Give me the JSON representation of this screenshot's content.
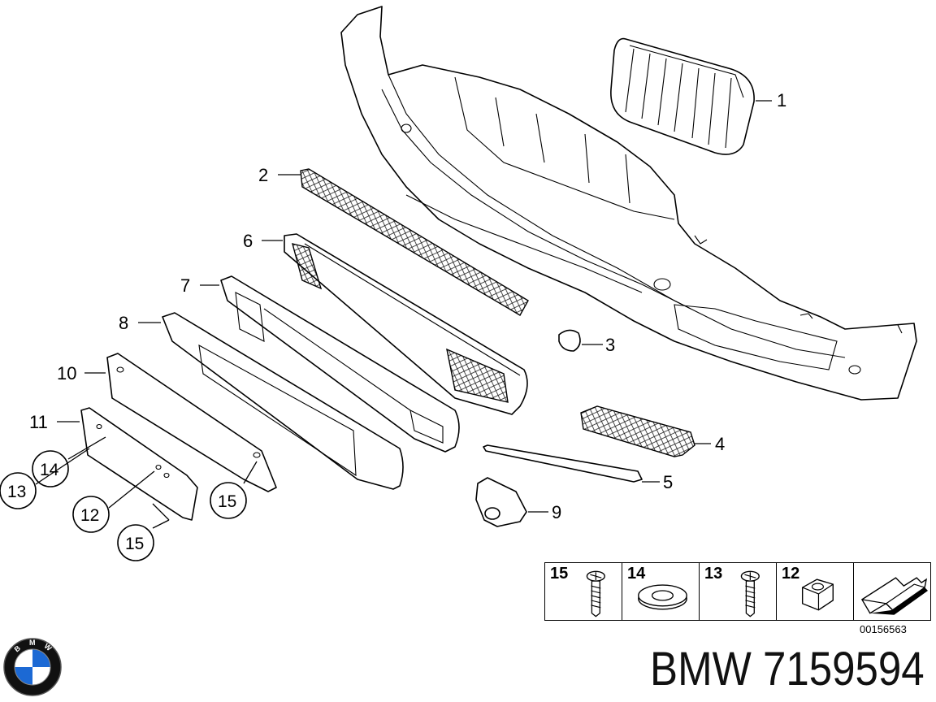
{
  "callouts": {
    "c1": "1",
    "c2": "2",
    "c3": "3",
    "c4": "4",
    "c5": "5",
    "c6": "6",
    "c7": "7",
    "c8": "8",
    "c9": "9",
    "c10": "10",
    "c11": "11",
    "circ13": "13",
    "circ14": "14",
    "circ12": "12",
    "circ15a": "15",
    "circ15b": "15"
  },
  "legend": [
    {
      "num": "15",
      "icon": "screw-icon"
    },
    {
      "num": "14",
      "icon": "washer-icon"
    },
    {
      "num": "13",
      "icon": "screw-icon"
    },
    {
      "num": "12",
      "icon": "nut-icon"
    },
    {
      "num": "",
      "icon": "arrow-icon"
    }
  ],
  "reference_code": "00156563",
  "title": "BMW 7159594",
  "logo": {
    "name": "bmw-roundel-logo",
    "text": "BMW",
    "colors": {
      "blue": "#1c69d4",
      "white": "#ffffff",
      "ring": "#000000"
    }
  }
}
